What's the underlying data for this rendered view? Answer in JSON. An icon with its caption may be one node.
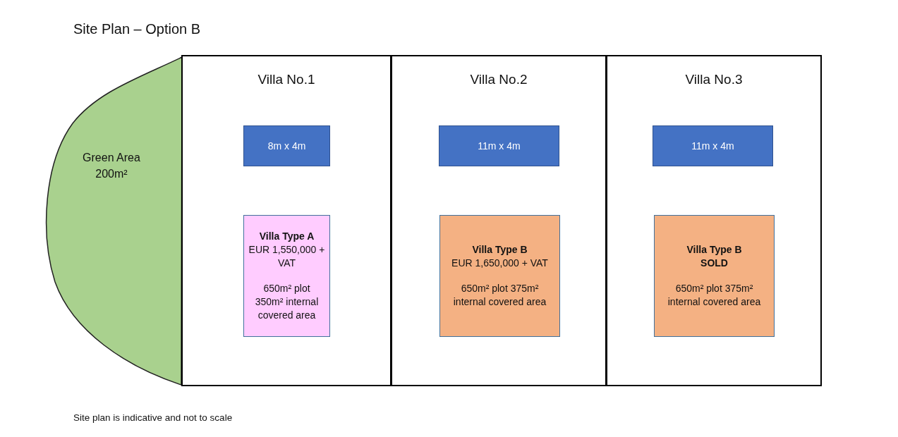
{
  "diagram": {
    "title": "Site Plan – Option B",
    "caption": "Site plan is indicative and not to scale",
    "nodes": [
      {
        "text": [
          "Green Area 200m²"
        ]
      },
      {
        "text": [
          "Villa No.1"
        ]
      },
      {
        "text": [
          "8m x 4m"
        ],
        "in": 1
      },
      {
        "text": [
          "Villa Type A",
          "EUR 1,550,000 + VAT",
          "650m² plot 350m² internal covered area"
        ],
        "in": 1
      },
      {
        "text": [
          "Villa No.2"
        ]
      },
      {
        "text": [
          "11m x 4m"
        ],
        "in": 4
      },
      {
        "text": [
          "Villa Type B",
          "EUR 1,650,000 + VAT",
          "650m² plot 375m² internal covered area"
        ],
        "in": 4
      },
      {
        "text": [
          "Villa No.3"
        ]
      },
      {
        "text": [
          "11m x 4m"
        ],
        "in": 7
      },
      {
        "text": [
          "Villa Type B SOLD",
          "650m² plot 375m² internal covered area"
        ],
        "in": 7
      }
    ],
    "edges": []
  }
}
